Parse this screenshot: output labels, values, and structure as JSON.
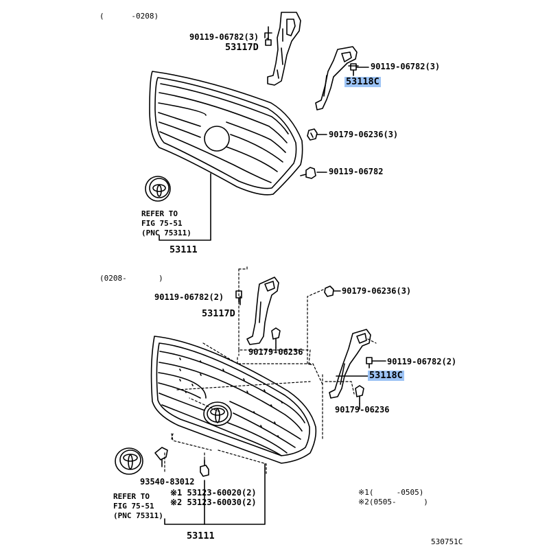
{
  "period_top": "(      -0208)",
  "period_bottom": "(0208-       )",
  "top": {
    "bolt_left": "90119-06782(3)",
    "bracket_left": "53117D",
    "bolt_right": "90119-06782(3)",
    "bracket_right": "53118C",
    "clip": "90179-06236(3)",
    "screw": "90119-06782",
    "emblem_ref": [
      "REFER TO",
      "FIG 75-51",
      "(PNC 75311)"
    ],
    "grille": "53111"
  },
  "bottom": {
    "bolt_left": "90119-06782(2)",
    "bracket_left": "53117D",
    "clip_top": "90179-06236(3)",
    "clip_left": "90179-06236",
    "bolt_right": "90119-06782(2)",
    "bracket_right": "53118C",
    "clip_right": "90179-06236",
    "retainer": "93540-83012",
    "nut1": "※1 53123-60020(2)",
    "nut2": "※2 53123-60030(2)",
    "emblem_ref": [
      "REFER TO",
      "FIG 75-51",
      "(PNC 75311)"
    ],
    "grille": "53111"
  },
  "notes": [
    "※1(     -0505)",
    "※2(0505-      )"
  ],
  "figure_code": "530751C",
  "highlight_color": "#9cc3f5"
}
